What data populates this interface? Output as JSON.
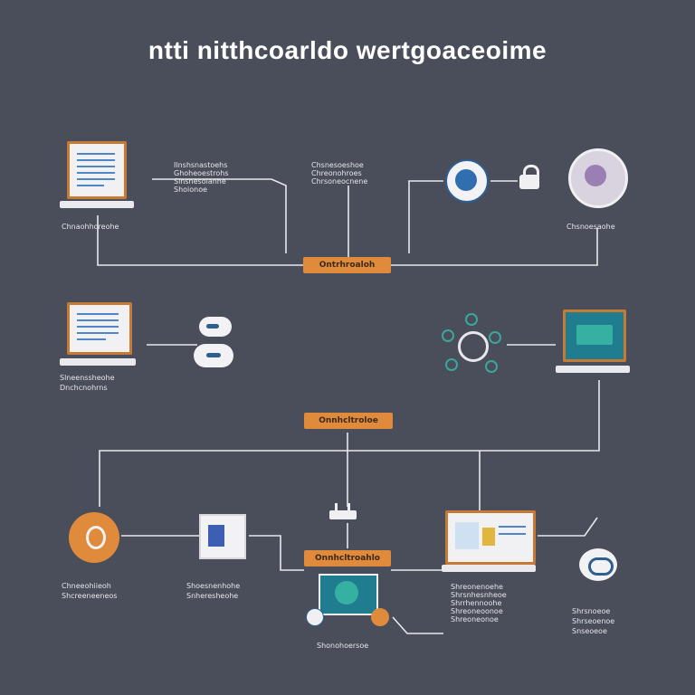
{
  "title": "ntti nitthcoarldo wertgoaceoime",
  "tags": {
    "tag_top": "Ontrhroaloh",
    "tag_mid": "Onnhcltroloe",
    "tag_low": "Onnhcltroahlo"
  },
  "labels": {
    "laptop1": "Chnaohhoreohe",
    "note1": [
      "Ilnshsnastoehs",
      "Ghoheoestrohs",
      "Slnsnesolanhe",
      "Shoionoe"
    ],
    "note2": [
      "Chsnesoeshoe",
      "Chreonohroes",
      "Chrsoneocnene"
    ],
    "disc1": "Chsnoesaohe",
    "laptop2": [
      "Slneenssheohe",
      "Dnchcnohrns"
    ],
    "coin": [
      "Chneeohiieoh",
      "Shcreeneeneos"
    ],
    "doc": [
      "Shoesnenhohe",
      "Snheresheohe"
    ],
    "center": "Shonohoersoe",
    "note3": [
      "Shreonenoehe",
      "Shrsnhesnheoe",
      "Shrrhennoohe",
      "Shreoneoonoe",
      "Shreoneonoe"
    ],
    "hub": [
      "Shrsnoeoe",
      "Shrseoenoe",
      "Snseoeoe"
    ]
  },
  "colors": {
    "background": "#4a4d5a",
    "accent": "#e08a3c",
    "wire": "#e8e8ec",
    "screen_blue": "#4f86c6",
    "teal": "#3aa79a"
  }
}
